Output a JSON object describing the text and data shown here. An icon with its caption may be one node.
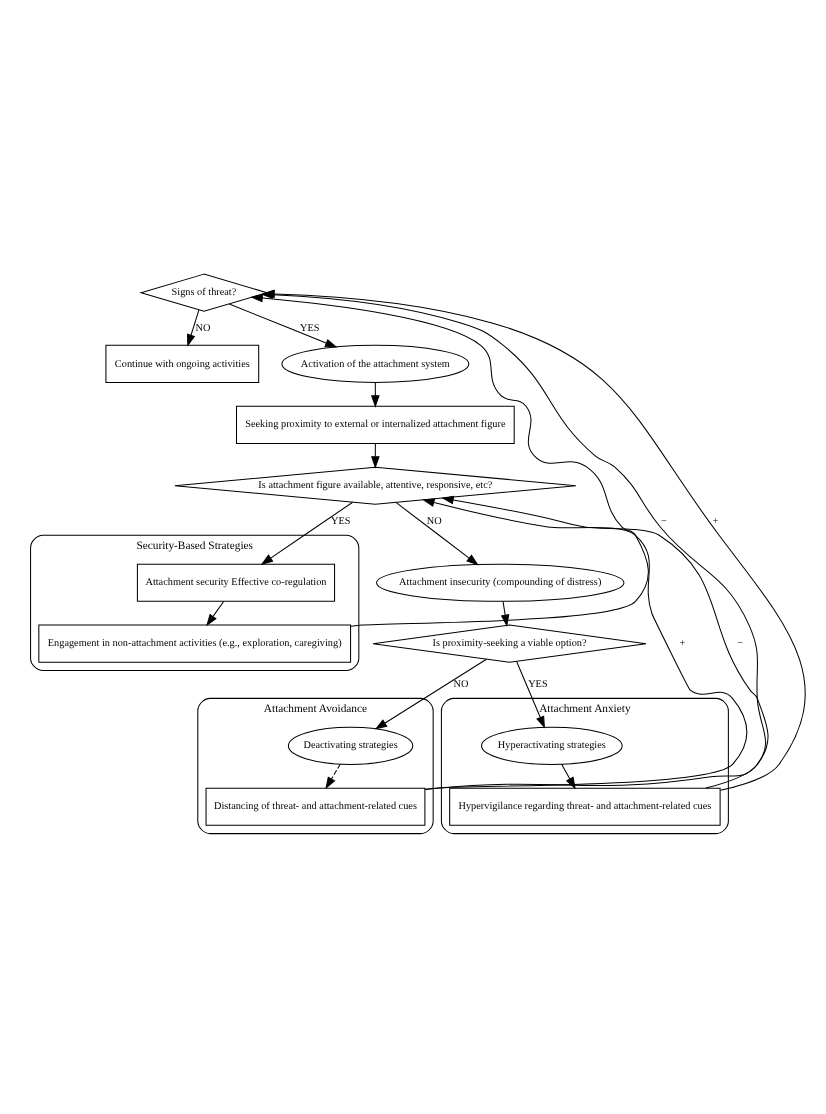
{
  "diagram": {
    "nodes": [
      {
        "text": [
          "Signs of threat?"
        ]
      },
      {
        "text": [
          "Continue with ongoing activities"
        ]
      },
      {
        "text": [
          "Activation of the attachment system"
        ]
      },
      {
        "text": [
          "Seeking proximity to external or internalized attachment figure"
        ]
      },
      {
        "text": [
          "Is attachment figure available, attentive, responsive, etc?"
        ]
      },
      {
        "text": [
          "Security-Based Strategies"
        ]
      },
      {
        "text": [
          "Attachment security Effective co-regulation"
        ],
        "in": 5
      },
      {
        "text": [
          "Engagement in non-attachment activities (e.g., exploration, caregiving)"
        ],
        "in": 5
      },
      {
        "text": [
          "Attachment insecurity (compounding of distress)"
        ]
      },
      {
        "text": [
          "Is proximity-seeking a viable option?"
        ]
      },
      {
        "text": [
          "Attachment Avoidance"
        ]
      },
      {
        "text": [
          "Deactivating strategies"
        ],
        "in": 10
      },
      {
        "text": [
          "Distancing of threat- and attachment-related cues"
        ],
        "in": 10
      },
      {
        "text": [
          "Attachment Anxiety"
        ]
      },
      {
        "text": [
          "Hyperactivating strategies"
        ],
        "in": 13
      },
      {
        "text": [
          "Hypervigilance regarding threat- and attachment-related cues"
        ],
        "in": 13
      }
    ],
    "edges": [
      {
        "from": 0,
        "to": 1,
        "arrow": "to",
        "label": "NO"
      },
      {
        "from": 0,
        "to": 2,
        "arrow": "to",
        "label": "YES"
      },
      {
        "from": 2,
        "to": 3,
        "arrow": "to"
      },
      {
        "from": 3,
        "to": 4,
        "arrow": "to"
      },
      {
        "from": 4,
        "to": 6,
        "arrow": "to",
        "label": "YES"
      },
      {
        "from": 6,
        "to": 7,
        "arrow": "to"
      },
      {
        "from": 7,
        "to": 0,
        "arrow": "to"
      },
      {
        "from": 4,
        "to": 8,
        "arrow": "to",
        "label": "NO"
      },
      {
        "from": 8,
        "to": 9,
        "arrow": "to"
      },
      {
        "from": 9,
        "to": 11,
        "arrow": "to",
        "label": "NO"
      },
      {
        "from": 11,
        "to": 12,
        "arrow": "to",
        "style": "dashed"
      },
      {
        "from": 9,
        "to": 14,
        "arrow": "to",
        "label": "YES"
      },
      {
        "from": 14,
        "to": 15,
        "arrow": "to"
      },
      {
        "from": 12,
        "to": 0,
        "arrow": "to",
        "label": "−"
      },
      {
        "from": 15,
        "to": 0,
        "arrow": "to",
        "label": "+"
      },
      {
        "from": 12,
        "to": 4,
        "arrow": "to",
        "label": "+"
      },
      {
        "from": 15,
        "to": 4,
        "arrow": "to",
        "label": "−"
      }
    ]
  }
}
